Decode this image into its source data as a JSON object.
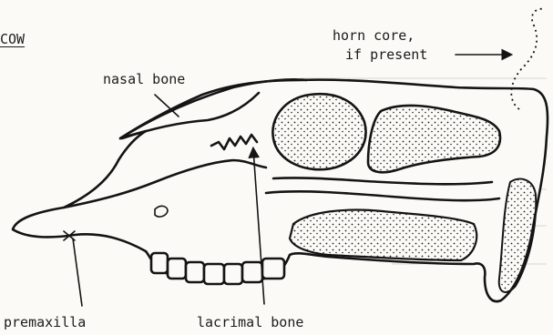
{
  "figure": {
    "title": "COW",
    "labels": {
      "horn_core_line1": "horn core,",
      "horn_core_line2": "if present",
      "nasal_bone": "nasal bone",
      "premaxilla": "premaxilla",
      "lacrimal_bone": "lacrimal bone"
    },
    "ink_color": "#141414",
    "paper_color": "#fbfaf6"
  }
}
